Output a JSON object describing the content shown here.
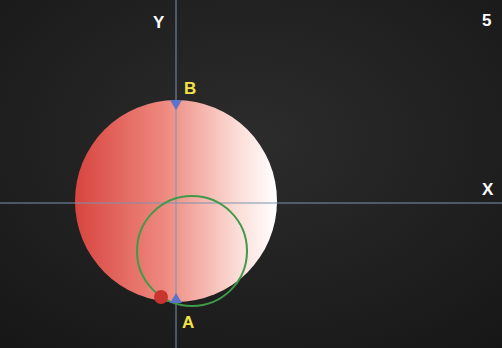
{
  "diagram": {
    "labels": [
      "Y",
      "5",
      "B",
      "X",
      "A"
    ]
  }
}
